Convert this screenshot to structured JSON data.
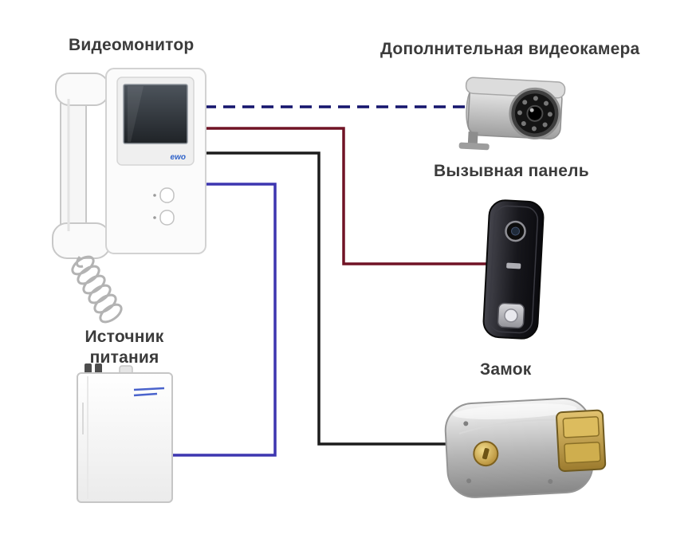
{
  "labels": {
    "monitor": "Видеомонитор",
    "camera": "Дополнительная видеокамера",
    "panel": "Вызывная панель",
    "power": [
      "Источник",
      "питания"
    ],
    "lock": "Замок"
  },
  "monitor": {
    "brand": "ewo"
  },
  "connections": [
    {
      "from": "Видеомонитор",
      "to": "Дополнительная видеокамера",
      "style": "dashed",
      "color": "#15156d"
    },
    {
      "from": "Видеомонитор",
      "to": "Вызывная панель",
      "style": "solid",
      "color": "#701325"
    },
    {
      "from": "Видеомонитор",
      "to": "Замок",
      "style": "solid",
      "color": "#1c1c1c"
    },
    {
      "from": "Видеомонитор",
      "to": "Источник питания",
      "style": "solid",
      "color": "#3d36b0"
    }
  ],
  "colors": {
    "background": "#ffffff",
    "label_text": "#3b3b3b"
  }
}
